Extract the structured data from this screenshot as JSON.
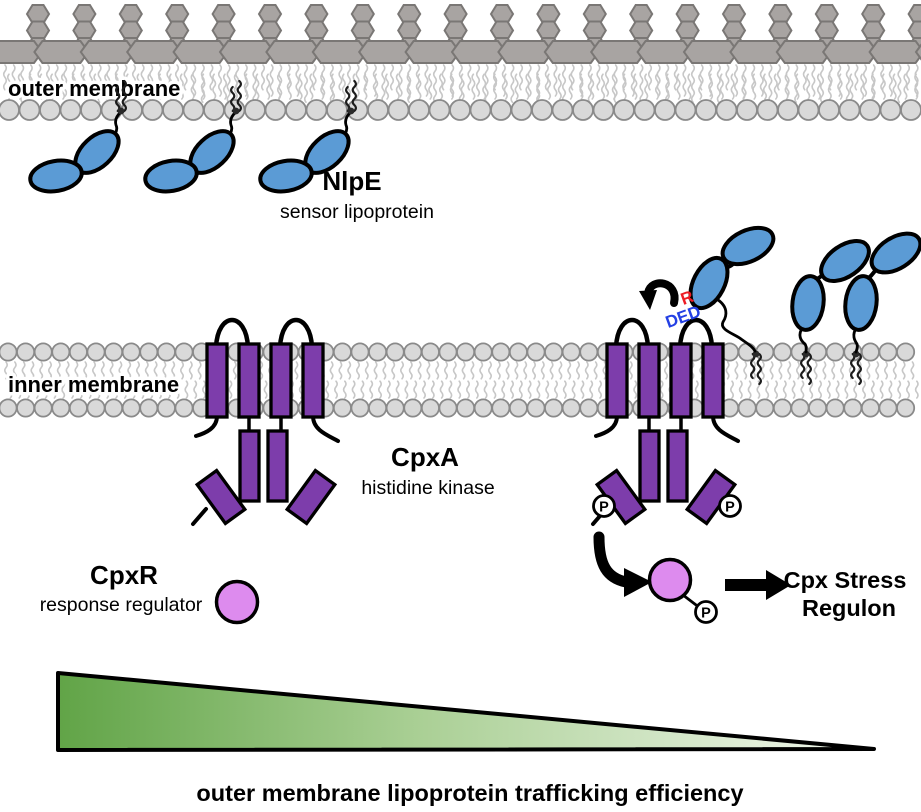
{
  "title": "Cpx envelope stress response pathway",
  "labels": {
    "outer_membrane": "outer membrane",
    "inner_membrane": "inner membrane",
    "nlpe_name": "NlpE",
    "nlpe_role": "sensor lipoprotein",
    "cpxa_name": "CpxA",
    "cpxa_role": "histidine kinase",
    "cpxr_name": "CpxR",
    "cpxr_role": "response regulator",
    "regulon_line1": "Cpx Stress",
    "regulon_line2": "Regulon",
    "phosphate": "P",
    "residue": "R",
    "motif": "DED",
    "gradient_caption": "outer membrane lipoprotein trafficking efficiency"
  },
  "colors": {
    "lipoprotein_blue": "#5b9bd5",
    "kinase_purple": "#7d3dab",
    "regulator_pink": "#dd8bee",
    "lipid_head_gray": "#d9d9d9",
    "lipid_head_stroke": "#8a8a8a",
    "lps_gray": "#a8a4a2",
    "lps_stroke": "#7a7775",
    "lipid_tail_gray": "#c7c7c7",
    "residue_red": "#ed1c24",
    "motif_blue": "#2440e4",
    "gradient_green_dark": "#61a447",
    "gradient_green_mid": "#abd096",
    "gradient_green_light": "#f3f8ef"
  }
}
